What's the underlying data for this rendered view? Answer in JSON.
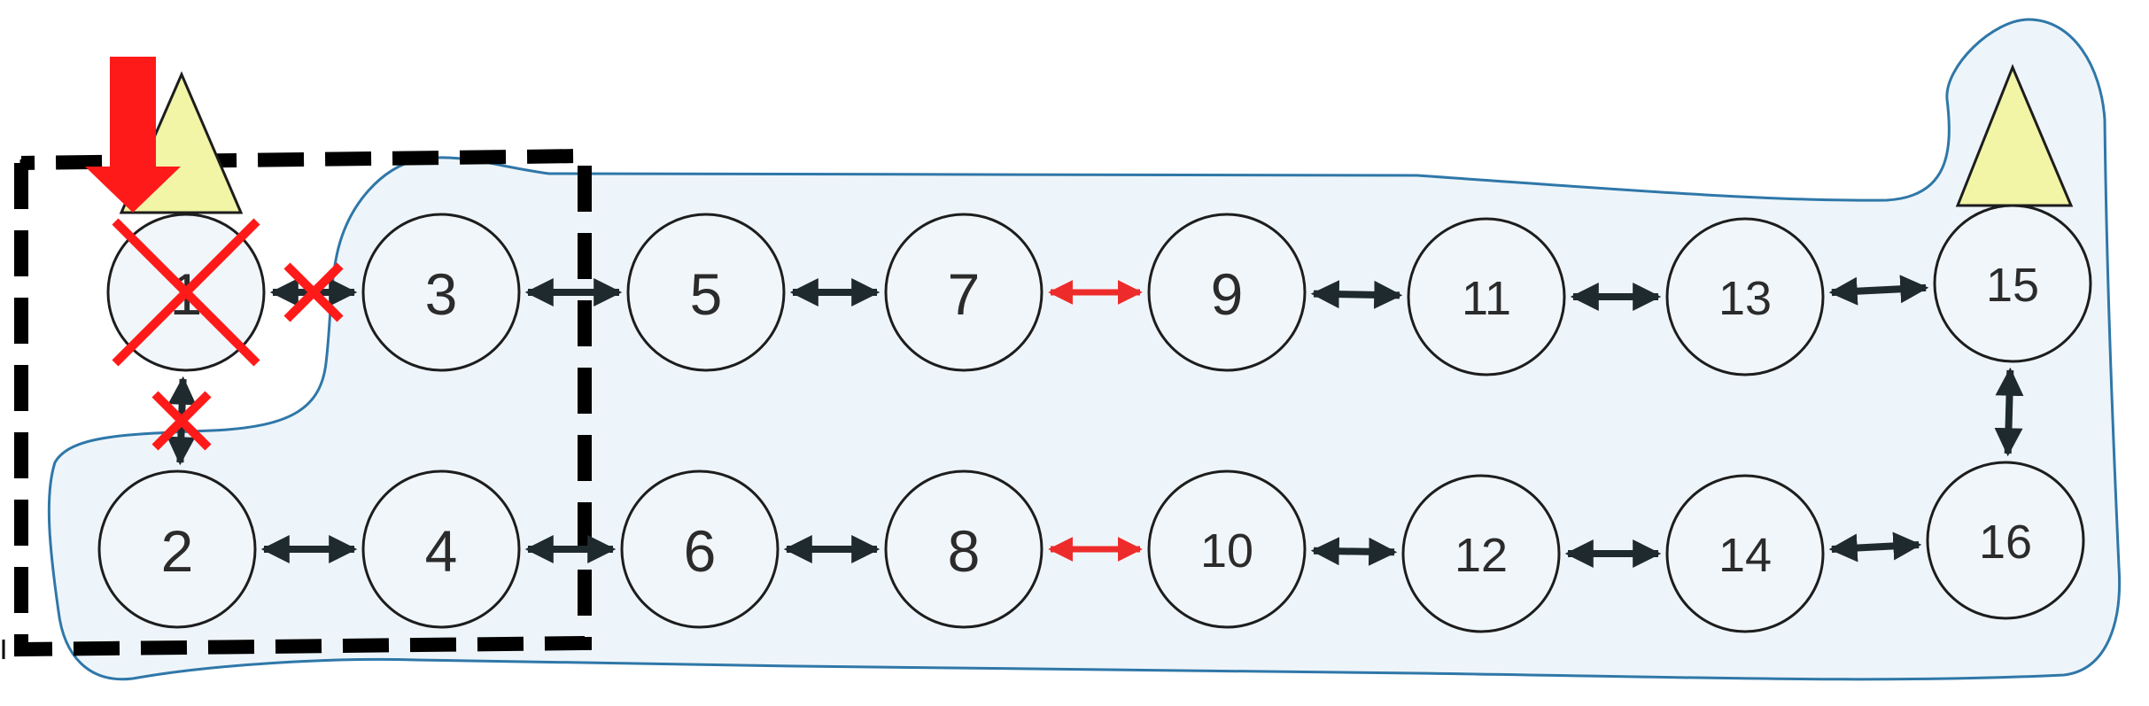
{
  "nodes": [
    {
      "id": "1",
      "label": "1",
      "failed": true
    },
    {
      "id": "2",
      "label": "2"
    },
    {
      "id": "3",
      "label": "3"
    },
    {
      "id": "4",
      "label": "4"
    },
    {
      "id": "5",
      "label": "5"
    },
    {
      "id": "6",
      "label": "6"
    },
    {
      "id": "7",
      "label": "7"
    },
    {
      "id": "8",
      "label": "8"
    },
    {
      "id": "9",
      "label": "9"
    },
    {
      "id": "10",
      "label": "10"
    },
    {
      "id": "11",
      "label": "11"
    },
    {
      "id": "12",
      "label": "12"
    },
    {
      "id": "13",
      "label": "13"
    },
    {
      "id": "14",
      "label": "14"
    },
    {
      "id": "15",
      "label": "15"
    },
    {
      "id": "16",
      "label": "16"
    }
  ],
  "links": [
    {
      "from": "1",
      "to": "3",
      "style": "black",
      "broken": true
    },
    {
      "from": "1",
      "to": "2",
      "style": "black",
      "broken": true
    },
    {
      "from": "3",
      "to": "5",
      "style": "black"
    },
    {
      "from": "5",
      "to": "7",
      "style": "black"
    },
    {
      "from": "7",
      "to": "9",
      "style": "red"
    },
    {
      "from": "9",
      "to": "11",
      "style": "black"
    },
    {
      "from": "11",
      "to": "13",
      "style": "black"
    },
    {
      "from": "13",
      "to": "15",
      "style": "black"
    },
    {
      "from": "15",
      "to": "16",
      "style": "black"
    },
    {
      "from": "2",
      "to": "4",
      "style": "black"
    },
    {
      "from": "4",
      "to": "6",
      "style": "black"
    },
    {
      "from": "6",
      "to": "8",
      "style": "black"
    },
    {
      "from": "8",
      "to": "10",
      "style": "red"
    },
    {
      "from": "10",
      "to": "12",
      "style": "black"
    },
    {
      "from": "12",
      "to": "14",
      "style": "black"
    },
    {
      "from": "14",
      "to": "16",
      "style": "black"
    }
  ],
  "markers": {
    "triangles_on": [
      "1",
      "15"
    ],
    "failure_arrow_on": "1"
  },
  "colors": {
    "node_fill": "#f1f6fa",
    "region_fill": "#eef5fa",
    "region_stroke": "#2f77a8",
    "triangle_fill": "#f2f4a6",
    "link_black": "#1f2a2e",
    "link_red": "#ee2b2b",
    "failure_red": "#ff1a1a"
  }
}
